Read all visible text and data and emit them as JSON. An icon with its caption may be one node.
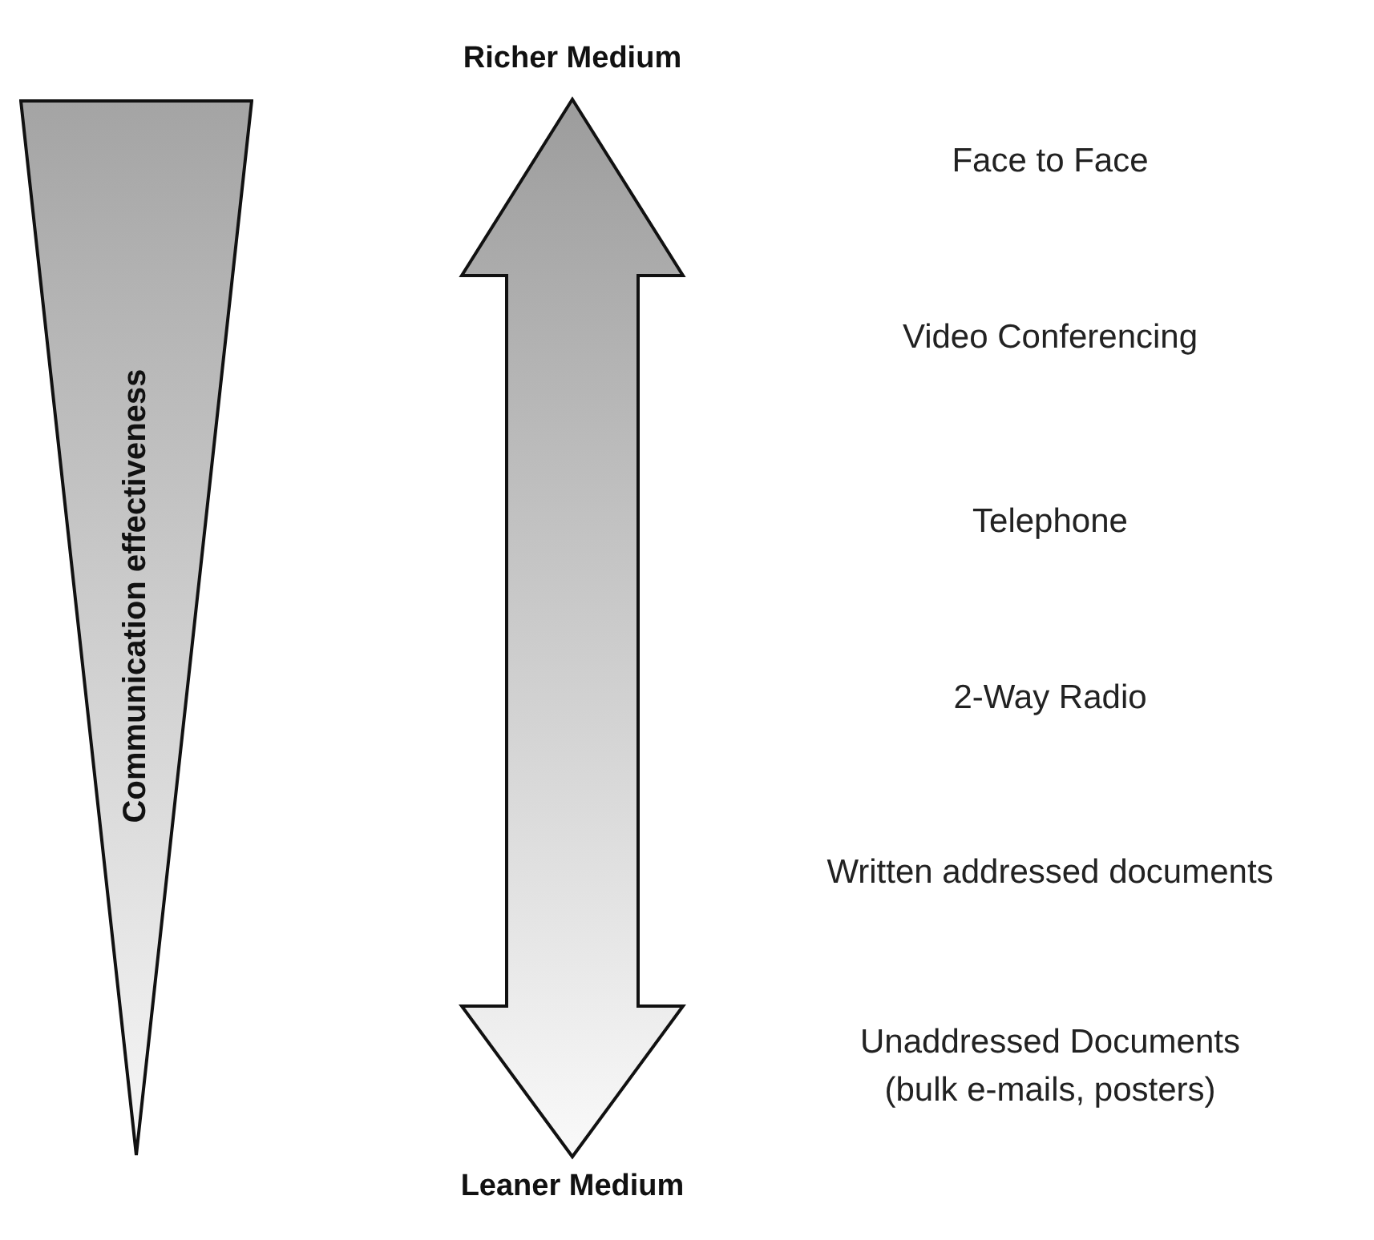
{
  "diagram": {
    "nodes": [
      {
        "text": [
          "Richer Medium"
        ]
      },
      {
        "text": [
          "Leaner Medium"
        ]
      },
      {
        "text": [
          "Communication effectiveness"
        ]
      }
    ],
    "edges": [
      {
        "from": 1,
        "to": 0,
        "arrow": "both",
        "style": "thick"
      }
    ],
    "labels": [
      "Face to Face",
      "Video Conferencing",
      "Telephone",
      "2-Way Radio",
      "Written addressed documents",
      "Unaddressed Documents (bulk e-mails, posters)"
    ]
  }
}
